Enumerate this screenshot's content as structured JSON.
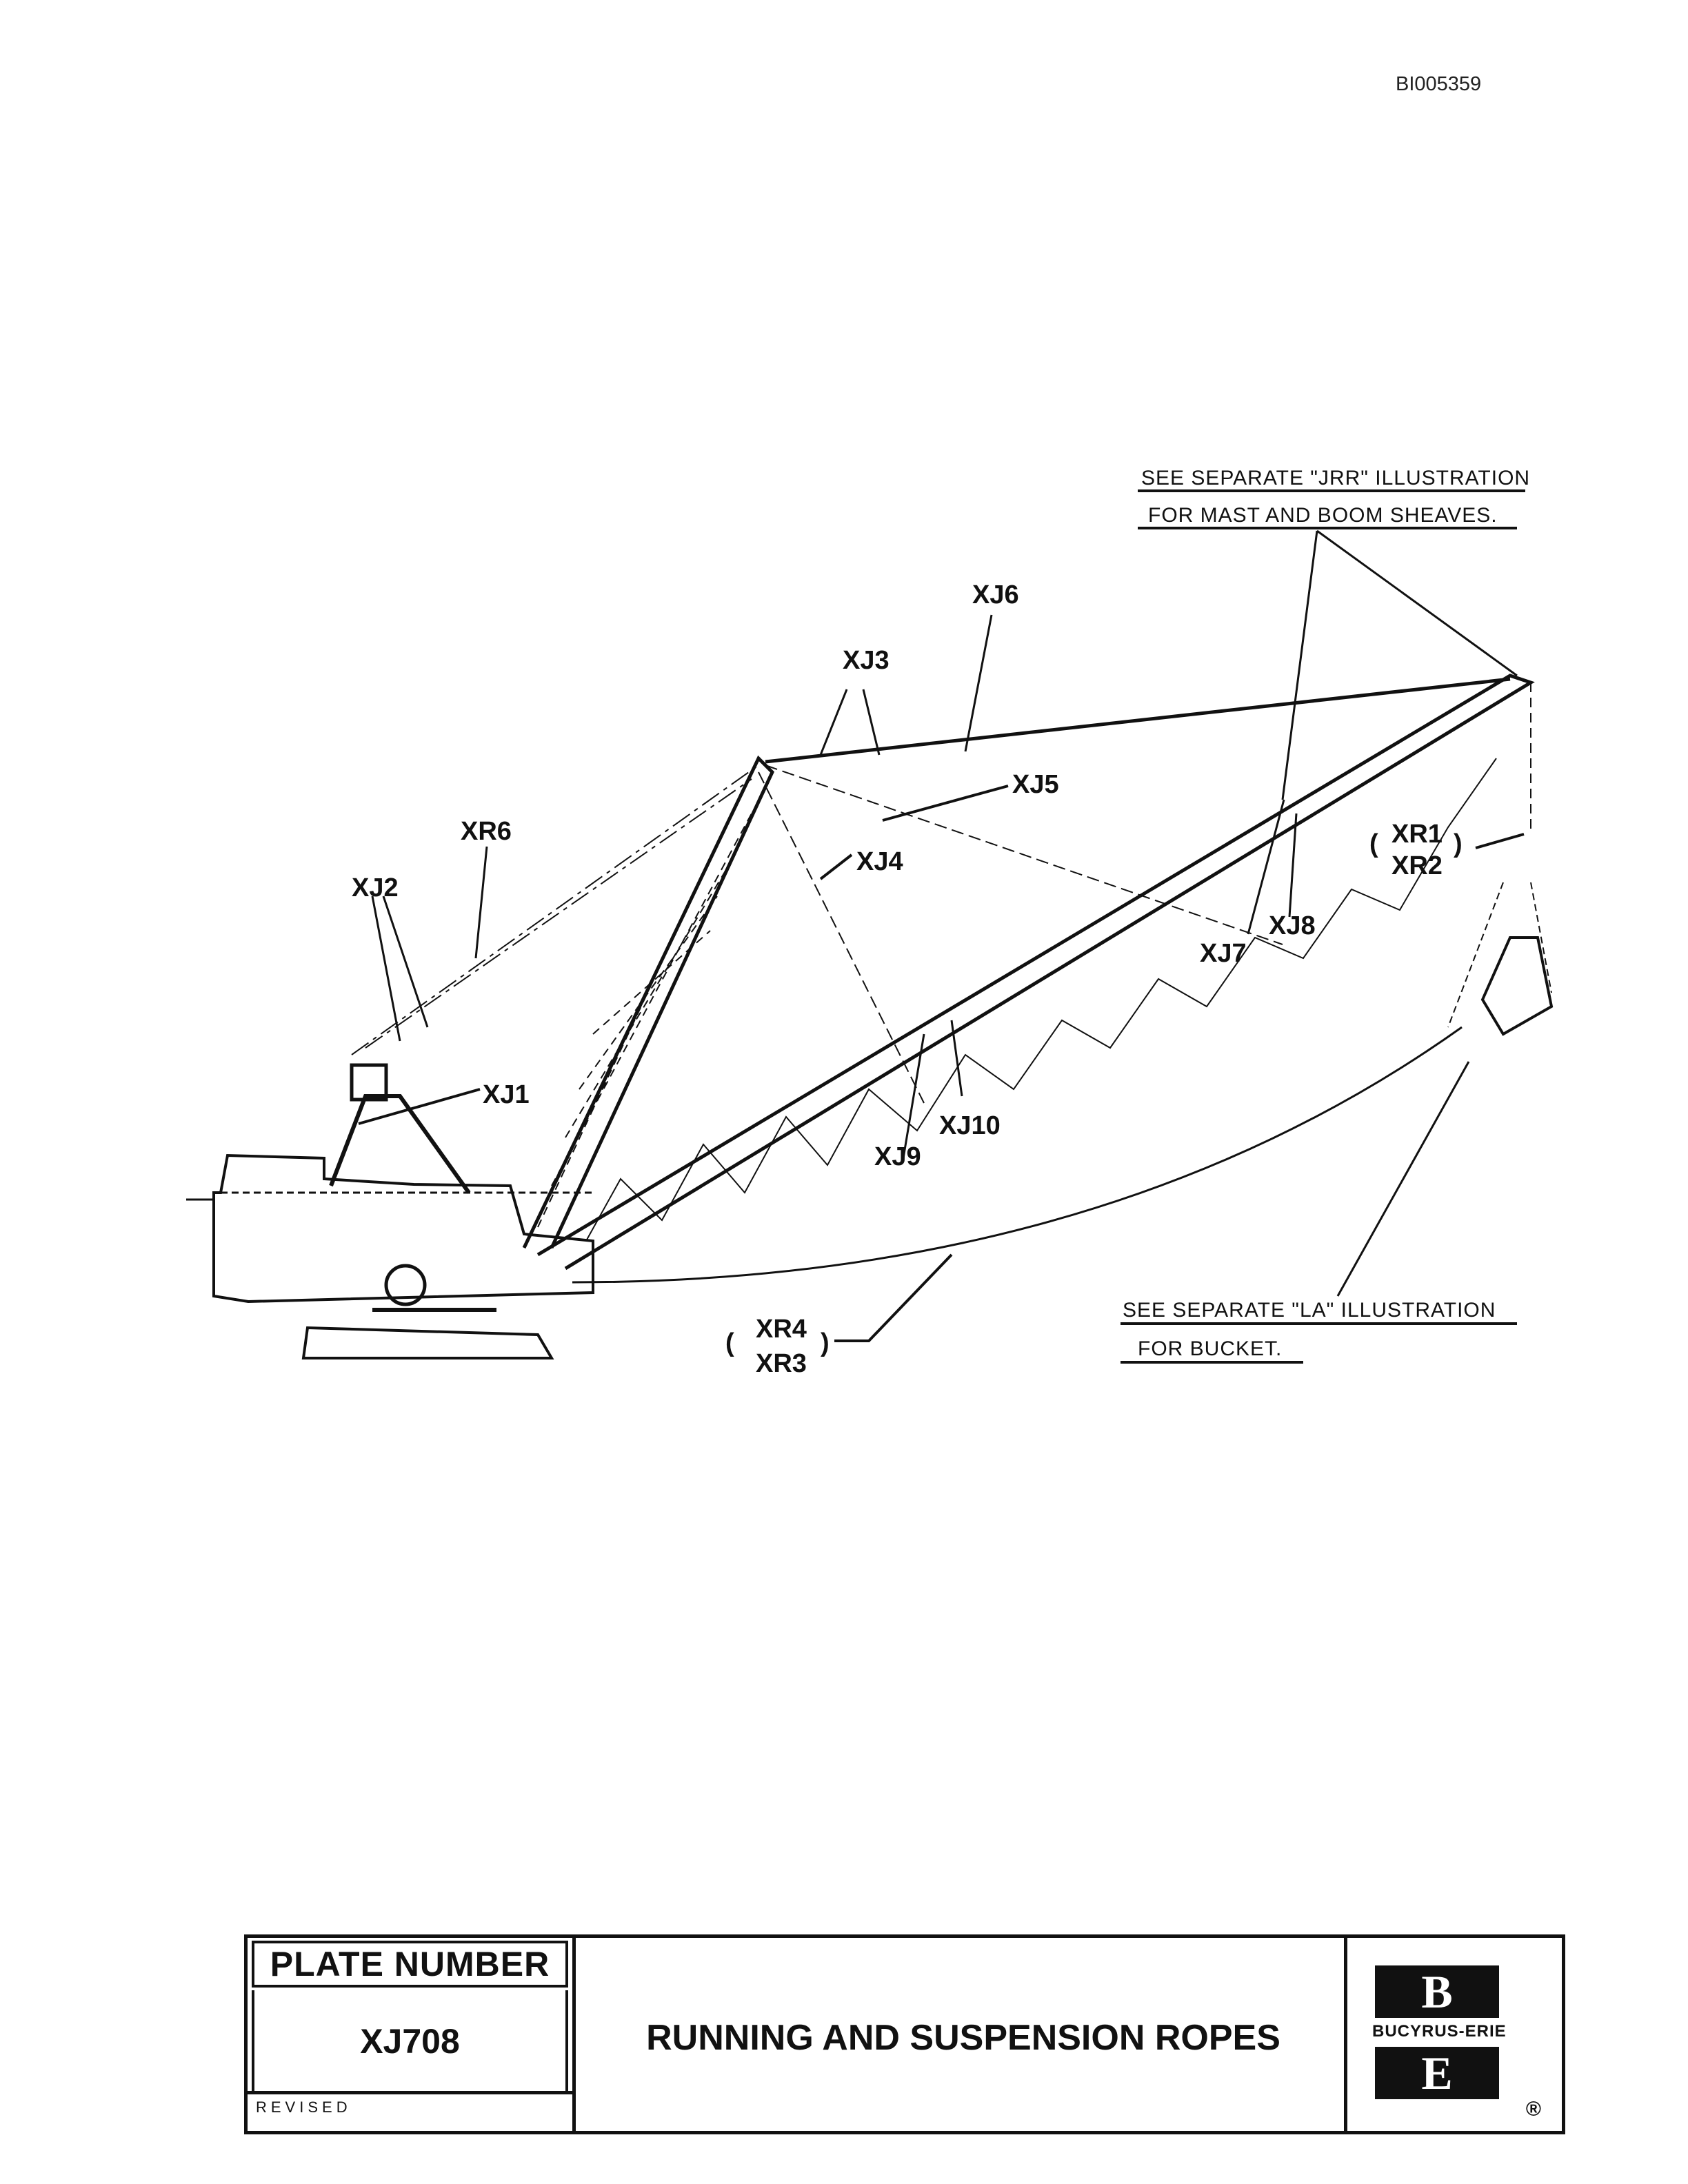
{
  "document": {
    "doc_id": "BI005359"
  },
  "drawing": {
    "labels": {
      "xj1": "XJ1",
      "xj2": "XJ2",
      "xj3": "XJ3",
      "xj4": "XJ4",
      "xj5": "XJ5",
      "xj6": "XJ6",
      "xj7": "XJ7",
      "xj8": "XJ8",
      "xj9": "XJ9",
      "xj10": "XJ10",
      "xr6": "XR6",
      "xr1": "XR1",
      "xr2": "XR2",
      "xr3": "XR3",
      "xr4": "XR4"
    },
    "notes": {
      "jrr_line1": "SEE SEPARATE \"JRR\" ILLUSTRATION",
      "jrr_line2": "FOR MAST AND BOOM SHEAVES.",
      "la_line1": "SEE SEPARATE \"LA\" ILLUSTRATION",
      "la_line2": "FOR BUCKET."
    }
  },
  "title_block": {
    "plate_label": "PLATE NUMBER",
    "plate_number": "XJ708",
    "revised_label": "REVISED",
    "title": "RUNNING AND SUSPENSION ROPES",
    "logo_text": "BUCYRUS-ERIE",
    "logo_b": "B",
    "logo_e": "E",
    "registered": "®"
  }
}
